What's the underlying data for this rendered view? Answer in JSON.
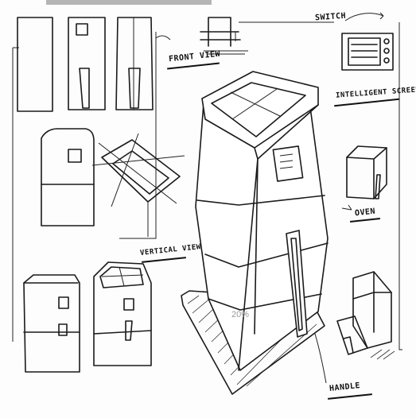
{
  "labels": {
    "front_view": "FRONT VIEW",
    "switch": "SWITCH",
    "intelligent_screen": "INTELLIGENT SCREEN",
    "oven": "OVEN",
    "vertical_view": "VERTICAL VIEW",
    "handle": "HANDLE"
  },
  "loading": {
    "progress_text": "20%",
    "progress": 0.2
  },
  "colors": {
    "ink": "#1a1a1a",
    "paper": "#fdfdfd",
    "progress_bar": "#b5b5b5"
  }
}
